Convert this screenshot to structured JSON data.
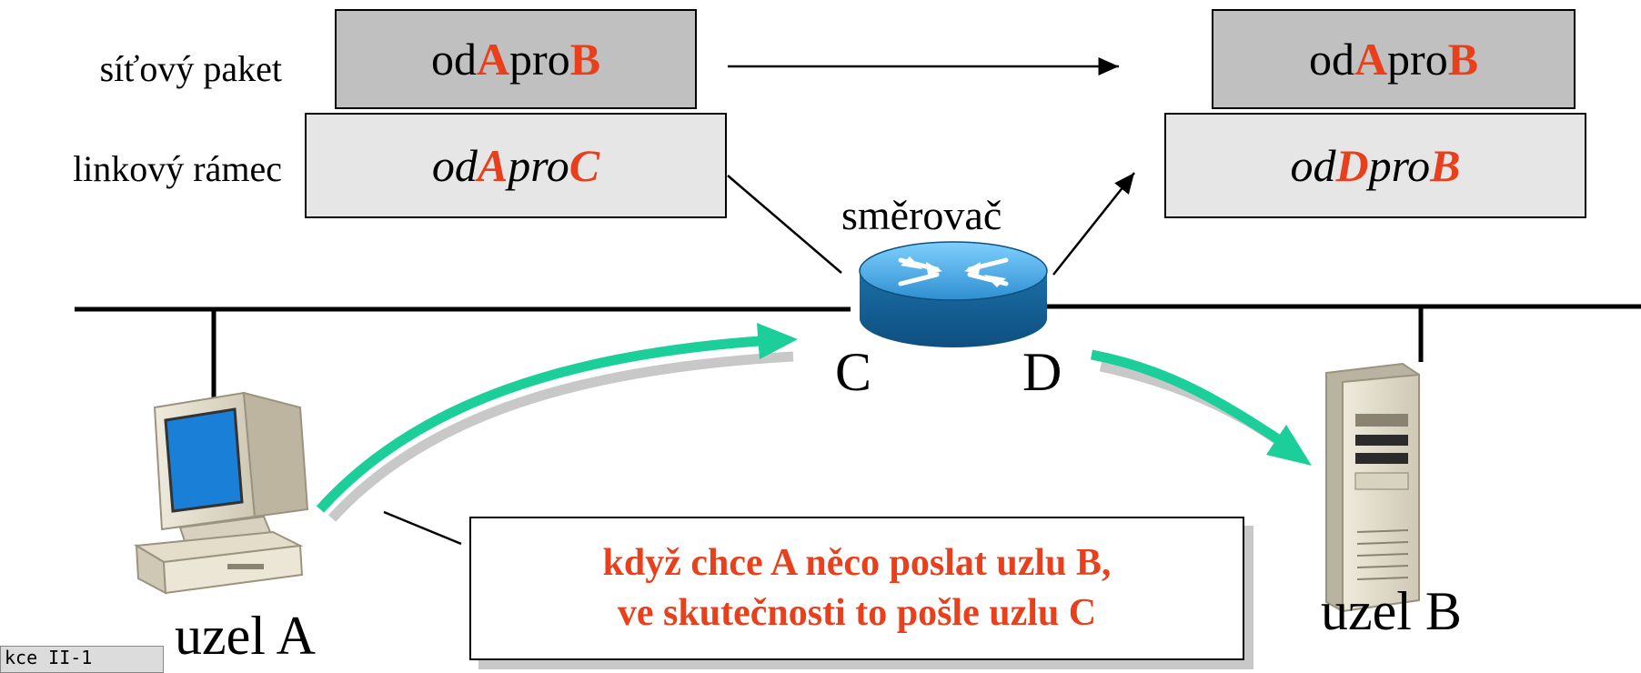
{
  "labels": {
    "packet_row": "síťový paket",
    "frame_row": "linkový rámec",
    "router": "směrovač",
    "iface_c": "C",
    "iface_d": "D",
    "node_a": "uzel A",
    "node_b": "uzel B",
    "caption": "kce II-1"
  },
  "left": {
    "packet": {
      "p1": "od ",
      "from": "A",
      "p2": " pro ",
      "to": "B"
    },
    "frame": {
      "p1": "od ",
      "from": "A",
      "p2": " pro ",
      "to": "C"
    }
  },
  "right": {
    "packet": {
      "p1": "od ",
      "from": "A",
      "p2": " pro ",
      "to": "B"
    },
    "frame": {
      "p1": "od ",
      "from": "D",
      "p2": " pro ",
      "to": "B"
    }
  },
  "note": {
    "line1": "když chce A něco poslat uzlu B,",
    "line2": "ve skutečnosti to pošle uzlu C"
  },
  "colors": {
    "highlight": "#e8401c",
    "flow_arrow": "#1ccf9a",
    "packet_fill": "#c0c0c0",
    "frame_fill": "#e6e6e6",
    "router": "#1e7fc0"
  },
  "icons": [
    "router-icon",
    "desktop-computer-icon",
    "server-tower-icon"
  ]
}
